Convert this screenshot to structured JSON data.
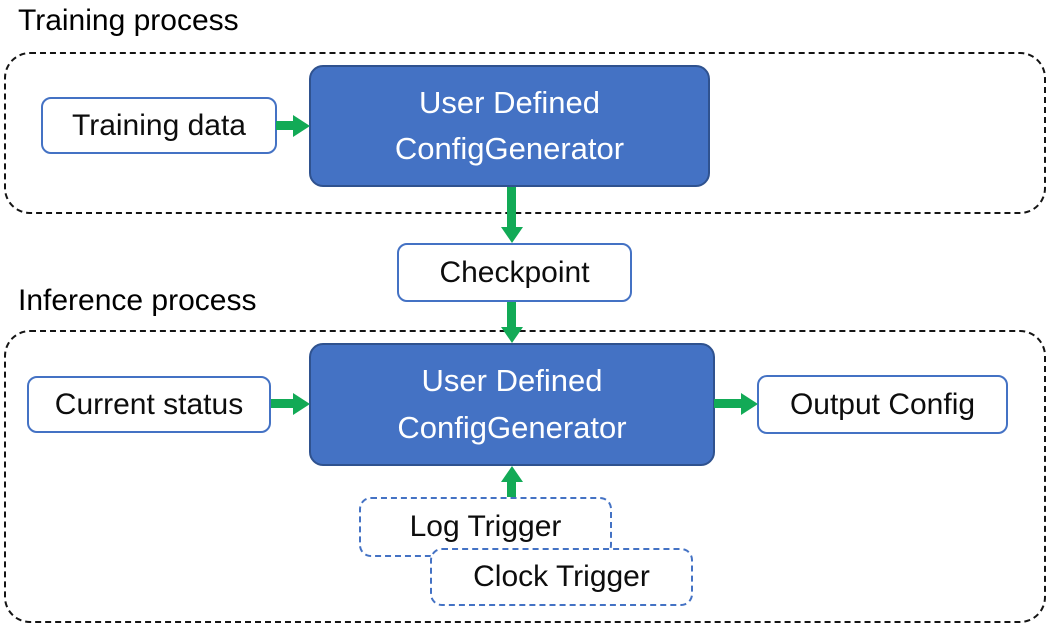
{
  "colors": {
    "generator_box_fill": "#4472C4",
    "generator_box_border": "#2F528F",
    "light_box_border": "#4472C4",
    "arrow_green": "#12AA56",
    "container_dash": "#141414"
  },
  "training": {
    "title": "Training process",
    "input_label": "Training data",
    "generator_line1": "User Defined",
    "generator_line2": "ConfigGenerator"
  },
  "checkpoint_label": "Checkpoint",
  "inference": {
    "title": "Inference process",
    "input_label": "Current status",
    "generator_line1": "User Defined",
    "generator_line2": "ConfigGenerator",
    "output_label": "Output Config",
    "log_trigger_label": "Log Trigger",
    "clock_trigger_label": "Clock Trigger"
  }
}
